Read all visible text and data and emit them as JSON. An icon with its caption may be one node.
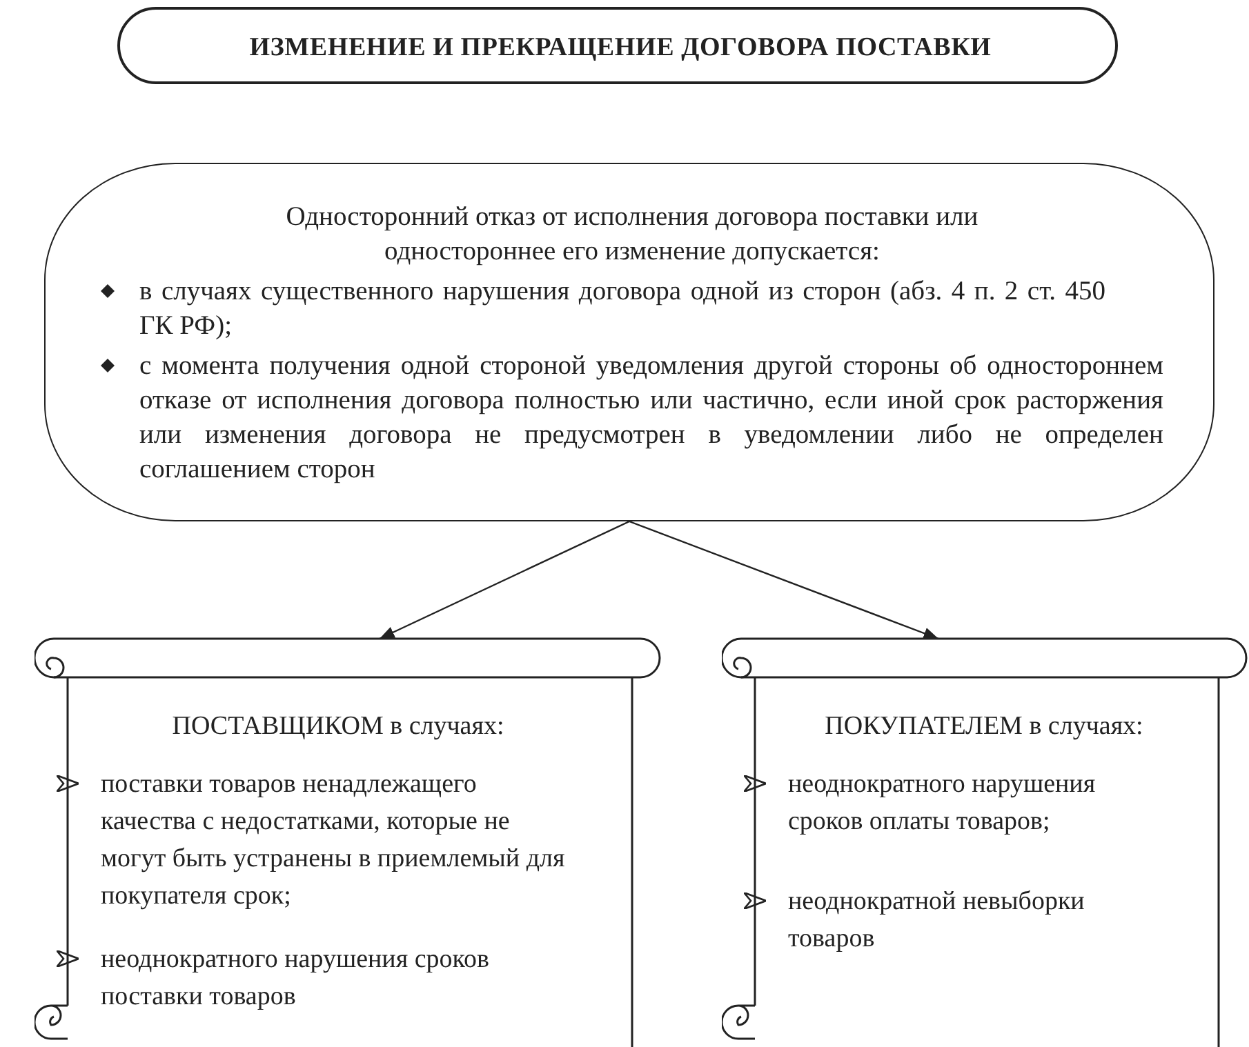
{
  "diagram": {
    "nodes": [
      {
        "text": [
          "ИЗМЕНЕНИЕ И ПРЕКРАЩЕНИЕ ДОГОВОРА ПОСТАВКИ"
        ]
      },
      {
        "text": [
          "Односторонний отказ от исполнения договора поставки или одностороннее его изменение допускается:",
          "в случаях существенного нарушения договора одной из сторон (абз. 4 п. 2 ст. 450 ГК РФ);",
          "с момента получения одной стороной уведомления другой стороны об одностороннем отказе от исполнения договора полностью или частично, если иной срок расторжения или изменения договора не предусмотрен в уведомлении либо не определен соглашением сторон"
        ]
      },
      {
        "text": [
          "ПОСТАВЩИКОМ в случаях:",
          "поставки товаров ненадлежащего качества с недостатками, которые не могут быть устранены в приемлемый для покупателя срок;",
          "неоднократного нарушения сроков поставки товаров"
        ]
      },
      {
        "text": [
          "ПОКУПАТЕЛЕМ в случаях:",
          "неоднократного нарушения сроков оплаты товаров;",
          "неоднократной невыборки товаров"
        ]
      }
    ],
    "edges": [
      {
        "from": 1,
        "to": 2,
        "arrow": "to"
      },
      {
        "from": 1,
        "to": 3,
        "arrow": "to"
      }
    ]
  }
}
